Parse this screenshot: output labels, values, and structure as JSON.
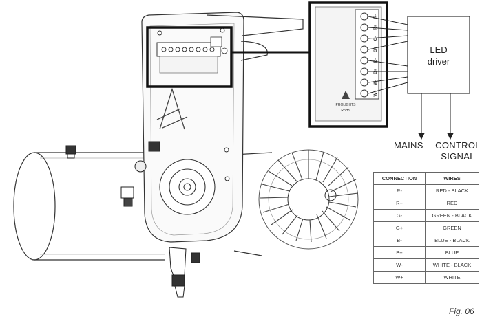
{
  "diagram": {
    "led_driver_label": "LED\ndriver",
    "mains_label": "MAINS",
    "control_signal_label": "CONTROL\nSIGNAL",
    "figure_label": "Fig. 06",
    "terminal_labels": [
      "R-",
      "R+",
      "G-",
      "G+",
      "B-",
      "B+",
      "W-",
      "W+"
    ],
    "board_brand": "PROLIGHTS",
    "board_mark": "RoHS"
  },
  "wiring_table": {
    "headers": [
      "CONNECTION",
      "WIRES"
    ],
    "rows": [
      {
        "connection": "R-",
        "wires": "RED - BLACK"
      },
      {
        "connection": "R+",
        "wires": "RED"
      },
      {
        "connection": "G-",
        "wires": "GREEN - BLACK"
      },
      {
        "connection": "G+",
        "wires": "GREEN"
      },
      {
        "connection": "B-",
        "wires": "BLUE - BLACK"
      },
      {
        "connection": "B+",
        "wires": "BLUE"
      },
      {
        "connection": "W-",
        "wires": "WHITE - BLACK"
      },
      {
        "connection": "W+",
        "wires": "WHITE"
      }
    ]
  }
}
